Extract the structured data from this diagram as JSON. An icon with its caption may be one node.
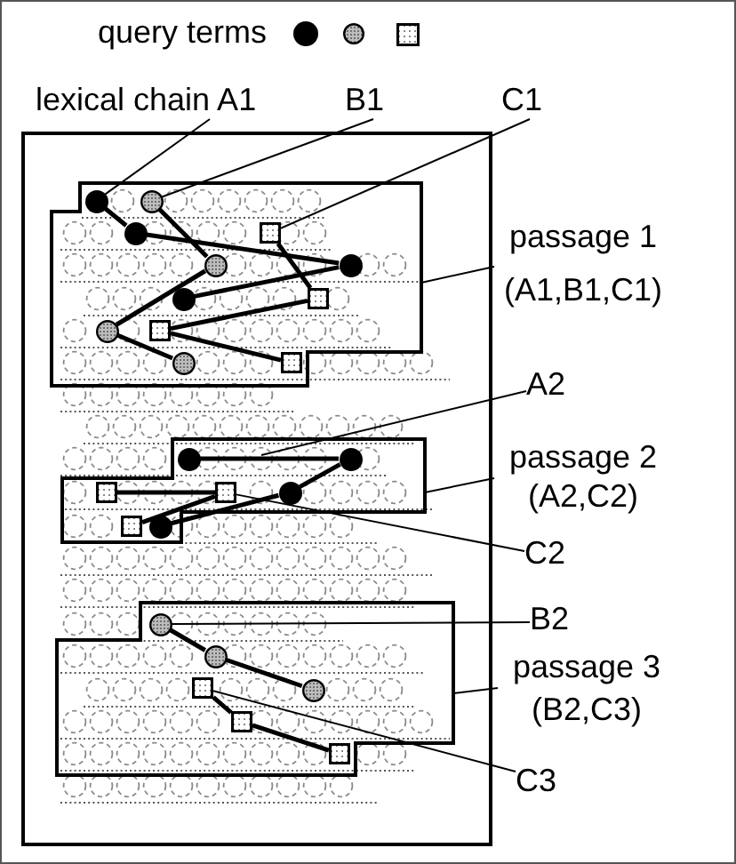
{
  "diagram": {
    "nodes": [
      {
        "text": [
          "lexical chain A1"
        ]
      },
      {
        "text": [
          "B1"
        ]
      },
      {
        "text": [
          "C1"
        ]
      },
      {
        "text": [],
        "shape": "box"
      },
      {
        "text": [],
        "shape": "box",
        "in": 3
      },
      {
        "text": [],
        "shape": "circle",
        "in": 4
      },
      {
        "text": [],
        "shape": "circle",
        "in": 4
      },
      {
        "text": [],
        "shape": "circle",
        "in": 4
      },
      {
        "text": [],
        "shape": "circle",
        "in": 4
      },
      {
        "text": [],
        "shape": "circle",
        "in": 4
      },
      {
        "text": [],
        "shape": "circle",
        "in": 4
      },
      {
        "text": [],
        "shape": "circle",
        "in": 4
      },
      {
        "text": [],
        "shape": "circle",
        "in": 4
      },
      {
        "text": [],
        "shape": "box",
        "in": 4
      },
      {
        "text": [],
        "shape": "box",
        "in": 4
      },
      {
        "text": [],
        "shape": "box",
        "in": 4
      },
      {
        "text": [],
        "shape": "box",
        "in": 4
      },
      {
        "text": [
          "passage 1 (A1,B1,C1)"
        ]
      },
      {
        "text": [
          "A2"
        ]
      },
      {
        "text": [],
        "shape": "box",
        "in": 3
      },
      {
        "text": [],
        "shape": "circle",
        "in": 19
      },
      {
        "text": [],
        "shape": "circle",
        "in": 19
      },
      {
        "text": [],
        "shape": "circle",
        "in": 19
      },
      {
        "text": [],
        "shape": "circle",
        "in": 19
      },
      {
        "text": [],
        "shape": "box",
        "in": 19
      },
      {
        "text": [],
        "shape": "box",
        "in": 19
      },
      {
        "text": [],
        "shape": "box",
        "in": 19
      },
      {
        "text": [
          "passage 2 (A2,C2)"
        ]
      },
      {
        "text": [
          "C2"
        ]
      },
      {
        "text": [
          "B2"
        ]
      },
      {
        "text": [],
        "shape": "box",
        "in": 3
      },
      {
        "text": [],
        "shape": "circle",
        "in": 30
      },
      {
        "text": [],
        "shape": "circle",
        "in": 30
      },
      {
        "text": [],
        "shape": "circle",
        "in": 30
      },
      {
        "text": [],
        "shape": "box",
        "in": 30
      },
      {
        "text": [],
        "shape": "box",
        "in": 30
      },
      {
        "text": [],
        "shape": "box",
        "in": 30
      },
      {
        "text": [
          "passage 3 (B2,C3)"
        ]
      },
      {
        "text": [
          "C3"
        ]
      }
    ],
    "edges": [
      {
        "from": 0,
        "to": 5,
        "arrow": "none"
      },
      {
        "from": 5,
        "to": 6,
        "arrow": "none"
      },
      {
        "from": 6,
        "to": 7,
        "arrow": "none"
      },
      {
        "from": 7,
        "to": 8,
        "arrow": "none"
      },
      {
        "from": 1,
        "to": 9,
        "arrow": "none"
      },
      {
        "from": 9,
        "to": 10,
        "arrow": "none"
      },
      {
        "from": 10,
        "to": 11,
        "arrow": "none"
      },
      {
        "from": 11,
        "to": 12,
        "arrow": "none"
      },
      {
        "from": 2,
        "to": 13,
        "arrow": "none"
      },
      {
        "from": 13,
        "to": 14,
        "arrow": "none"
      },
      {
        "from": 14,
        "to": 15,
        "arrow": "none"
      },
      {
        "from": 15,
        "to": 16,
        "arrow": "none"
      },
      {
        "from": 17,
        "to": 4,
        "arrow": "none"
      },
      {
        "from": 18,
        "to": 19,
        "arrow": "none"
      },
      {
        "from": 20,
        "to": 21,
        "arrow": "none"
      },
      {
        "from": 21,
        "to": 22,
        "arrow": "none"
      },
      {
        "from": 22,
        "to": 23,
        "arrow": "none"
      },
      {
        "from": 24,
        "to": 25,
        "arrow": "none"
      },
      {
        "from": 25,
        "to": 26,
        "arrow": "none"
      },
      {
        "from": 27,
        "to": 19,
        "arrow": "none"
      },
      {
        "from": 28,
        "to": 25,
        "arrow": "none"
      },
      {
        "from": 29,
        "to": 31,
        "arrow": "none"
      },
      {
        "from": 31,
        "to": 32,
        "arrow": "none"
      },
      {
        "from": 32,
        "to": 33,
        "arrow": "none"
      },
      {
        "from": 34,
        "to": 35,
        "arrow": "none"
      },
      {
        "from": 35,
        "to": 36,
        "arrow": "none"
      },
      {
        "from": 37,
        "to": 30,
        "arrow": "none"
      },
      {
        "from": 38,
        "to": 34,
        "arrow": "none"
      }
    ],
    "legend": [
      {
        "text": "query terms"
      }
    ]
  }
}
